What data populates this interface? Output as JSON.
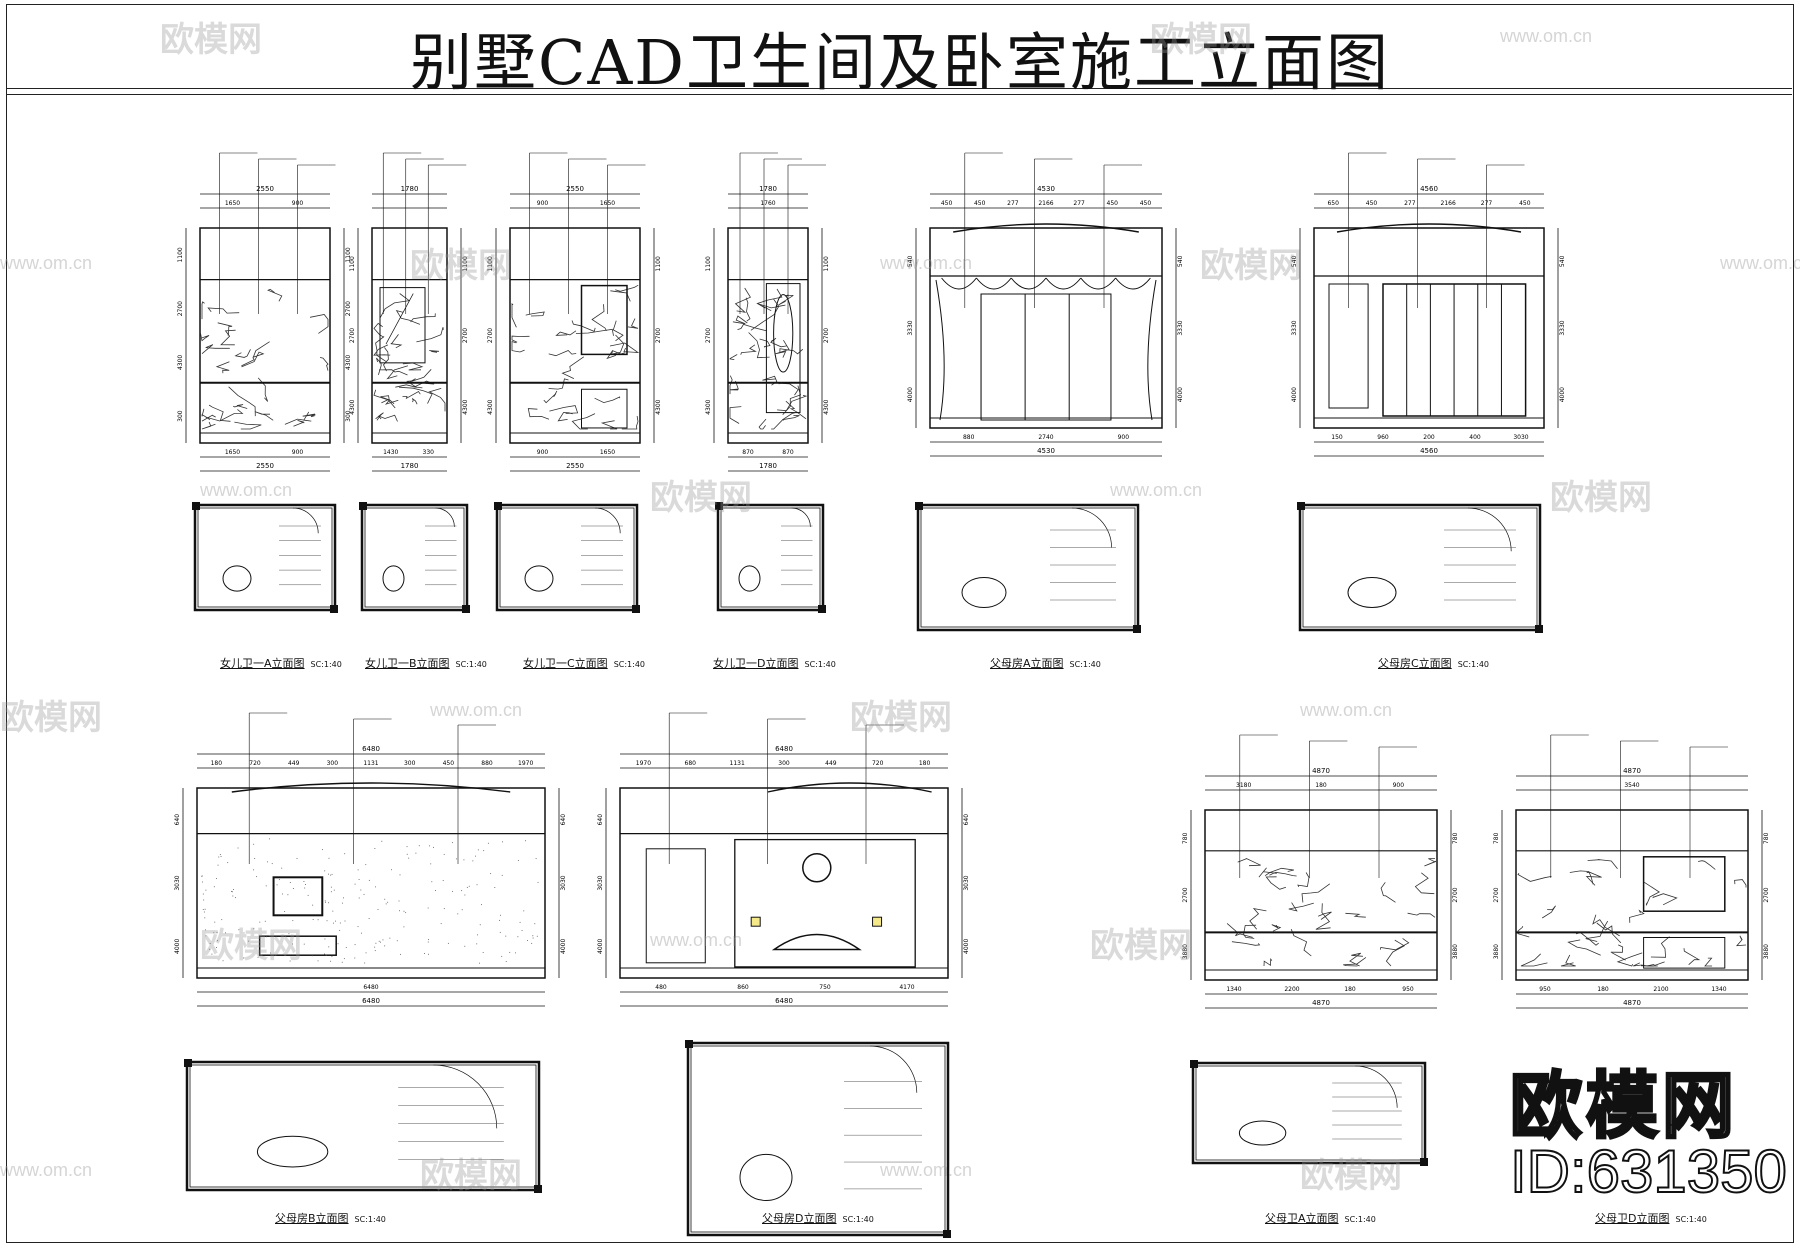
{
  "title": "别墅CAD卫生间及卧室施工立面图",
  "watermark": {
    "brand": "欧模网",
    "url": "www.om.cn"
  },
  "logo": {
    "brand": "欧模网",
    "id": "ID:631350"
  },
  "scale": "SC:1:40",
  "drawings": [
    {
      "label": "女儿卫一A立面图",
      "top_dims": [
        "2550",
        "1650",
        "900"
      ],
      "bottom_dims": [
        "1650",
        "900",
        "2550"
      ],
      "side_dims": [
        "1100",
        "2700",
        "4300",
        "300"
      ]
    },
    {
      "label": "女儿卫一B立面图",
      "top_dims": [
        "1780"
      ],
      "bottom_dims": [
        "1430",
        "330",
        "1780"
      ],
      "side_dims": [
        "1100",
        "2700",
        "4300"
      ]
    },
    {
      "label": "女儿卫一C立面图",
      "top_dims": [
        "2550",
        "900",
        "1650"
      ],
      "bottom_dims": [
        "900",
        "1650",
        "2550"
      ],
      "side_dims": [
        "1100",
        "2700",
        "4300"
      ]
    },
    {
      "label": "女儿卫一D立面图",
      "top_dims": [
        "1780",
        "1760"
      ],
      "bottom_dims": [
        "870",
        "870",
        "1780"
      ],
      "side_dims": [
        "1100",
        "2700",
        "4300"
      ]
    },
    {
      "label": "父母房A立面图",
      "top_dims": [
        "4530",
        "450",
        "450",
        "277",
        "2166",
        "277",
        "450",
        "450"
      ],
      "bottom_dims": [
        "880",
        "2740",
        "900",
        "4530"
      ],
      "side_dims": [
        "540",
        "3330",
        "4000"
      ]
    },
    {
      "label": "父母房C立面图",
      "top_dims": [
        "4560",
        "650",
        "450",
        "277",
        "2166",
        "277",
        "450"
      ],
      "bottom_dims": [
        "150",
        "960",
        "200",
        "400",
        "3030",
        "4560"
      ],
      "side_dims": [
        "540",
        "3330",
        "4000"
      ]
    },
    {
      "label": "父母房B立面图",
      "top_dims": [
        "6480",
        "180",
        "720",
        "449",
        "300",
        "1131",
        "300",
        "450",
        "880",
        "1970"
      ],
      "bottom_dims": [
        "6480",
        "6480"
      ],
      "side_dims": [
        "640",
        "3030",
        "4000"
      ]
    },
    {
      "label": "父母房D立面图",
      "top_dims": [
        "6480",
        "1970",
        "680",
        "1131",
        "300",
        "449",
        "720",
        "180"
      ],
      "bottom_dims": [
        "480",
        "860",
        "750",
        "4170",
        "6480"
      ],
      "side_dims": [
        "640",
        "3030",
        "4000"
      ]
    },
    {
      "label": "父母卫A立面图",
      "top_dims": [
        "4870",
        "3180",
        "180",
        "900"
      ],
      "bottom_dims": [
        "1340",
        "2200",
        "180",
        "950",
        "4870"
      ],
      "side_dims": [
        "780",
        "2700",
        "3880"
      ]
    },
    {
      "label": "父母卫D立面图",
      "top_dims": [
        "4870",
        "3540"
      ],
      "bottom_dims": [
        "950",
        "180",
        "2100",
        "1340",
        "4870"
      ],
      "side_dims": [
        "780",
        "2700",
        "3880"
      ]
    }
  ]
}
